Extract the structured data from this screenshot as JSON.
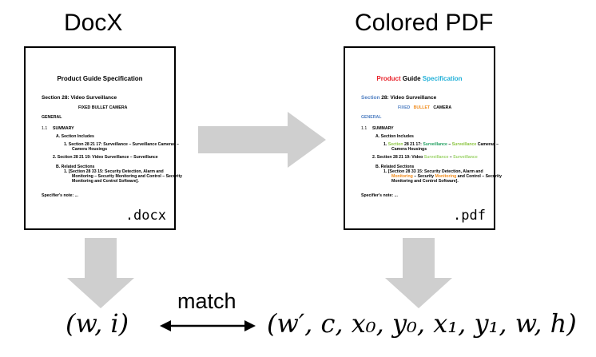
{
  "left": {
    "heading": "DocX",
    "ext": ".docx",
    "doc": {
      "title": "Product Guide Specification",
      "section": "Section 28: Video Surveillance",
      "camera": "FIXED   BULLET   CAMERA",
      "general": "GENERAL",
      "summary_num": "1.1",
      "summary": "SUMMARY",
      "a": "A.   Section Includes",
      "a1_l1": "1.   Section 28 21 17: Surveillance – Surveillance Cameras –",
      "a1_l2": "Camera Housings",
      "a2": "2.   Section 28 21 19: Video Surveillance – Surveillance",
      "b": "B.   Related Sections",
      "b1_l1": "1.   [Section 28 33 15: Security Detection, Alarm and",
      "b1_l2": "Monitoring – Security Monitoring and Control – Security",
      "b1_l3": "Monitoring and Control Software].",
      "note": "Specifier's note: ..."
    }
  },
  "right": {
    "heading": "Colored PDF",
    "ext": ".pdf",
    "doc": {
      "title_w1": "Product",
      "title_w2": "Guide",
      "title_w3": "Specification",
      "section_w1": "Section",
      "section_w2": "28: Video Surveillance",
      "cam_w1": "FIXED",
      "cam_w2": "BULLET",
      "cam_w3": "CAMERA",
      "general": "GENERAL",
      "summary_num": "1.1",
      "summary": "SUMMARY",
      "a": "A.   Section Includes",
      "a1_p1": "1.   ",
      "a1_p2": "Section",
      "a1_p3": " 28 21 17: ",
      "a1_p4": "Surveillance",
      "a1_p5": " – ",
      "a1_p6": "Surveillance",
      "a1_p7": " Cameras –",
      "a1_l2": "Camera Housings",
      "a2_p1": "2.   Section 28 21 19: Video ",
      "a2_p2": "Surveillance",
      "a2_p3": " – ",
      "a2_p4": "Surveillance",
      "b": "B.   Related Sections",
      "b1_l1": "1.   [Section 28 33 15: Security Detection, Alarm and",
      "b1_p1": "Monitoring",
      "b1_p2": " – Security ",
      "b1_p3": "Monitoring",
      "b1_p4": " and Control – Security",
      "b1_l3": "Monitoring and Control Software].",
      "note": "Specifier's note: ..."
    }
  },
  "bottom": {
    "left_tuple": "(w, i)",
    "match_label": "match",
    "right_tuple": "(w′, c, x₀, y₀, x₁, y₁, w, h)"
  },
  "colors": {
    "arrow_gray": "#cfcfcf",
    "red": "#e8222a",
    "cyan": "#22b0d8",
    "blue": "#4f7fc2",
    "green": "#8ac43f",
    "orange": "#f08c1e",
    "brown": "#c07830",
    "light_green": "#9cd36a"
  }
}
